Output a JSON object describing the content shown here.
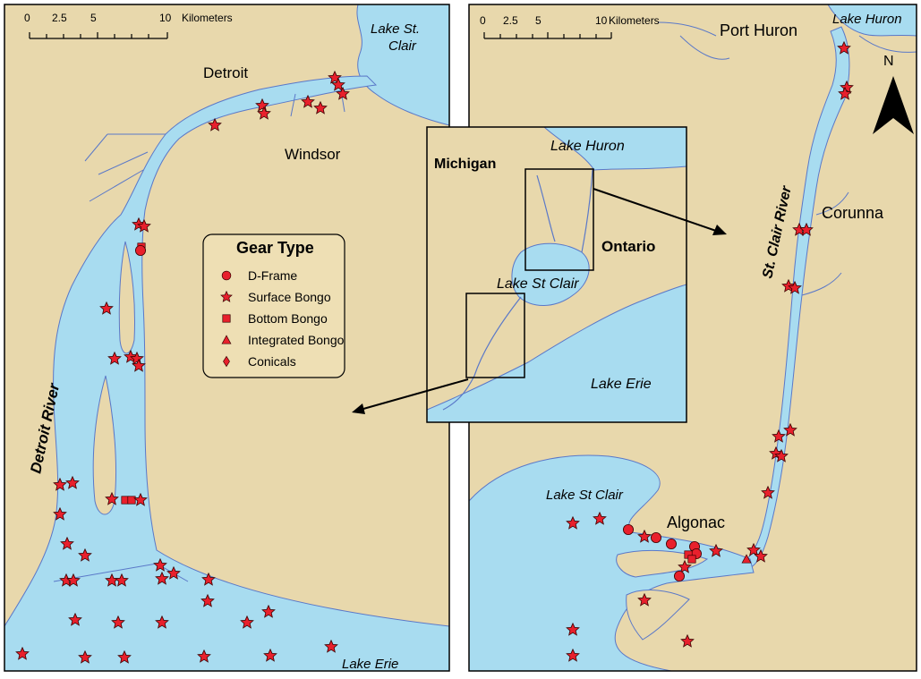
{
  "colors": {
    "land": "#e8d8ac",
    "water": "#a8dcf0",
    "water_edge": "#5a78c8",
    "marker": "#e8202c",
    "frame": "#000000",
    "legend_fill": "#eedfb4"
  },
  "left_panel": {
    "scale_bar": {
      "ticks": [
        "0",
        "2.5",
        "5",
        "10"
      ],
      "unit": "Kilometers"
    },
    "labels": {
      "detroit": "Detroit",
      "windsor": "Windsor",
      "lake_st_clair": [
        "Lake St.",
        "Clair"
      ],
      "detroit_river": "Detroit River",
      "lake_erie": "Lake Erie"
    },
    "legend": {
      "title": "Gear Type",
      "items": [
        {
          "label": "D-Frame",
          "symbol": "circle"
        },
        {
          "label": "Surface Bongo",
          "symbol": "star"
        },
        {
          "label": "Bottom Bongo",
          "symbol": "square"
        },
        {
          "label": "Integrated Bongo",
          "symbol": "triangle"
        },
        {
          "label": "Conicals",
          "symbol": "diamond"
        }
      ]
    }
  },
  "inset": {
    "labels": {
      "michigan": "Michigan",
      "lake_huron": "Lake Huron",
      "ontario": "Ontario",
      "lake_st_clair": "Lake St Clair",
      "lake_erie": "Lake Erie"
    }
  },
  "right_panel": {
    "scale_bar": {
      "ticks": [
        "0",
        "2.5",
        "5",
        "10"
      ],
      "unit": "Kilometers"
    },
    "north_label": "N",
    "labels": {
      "port_huron": "Port Huron",
      "lake_huron": "Lake Huron",
      "corunna": "Corunna",
      "st_clair_river": "St. Clair River",
      "lake_st_clair": "Lake St Clair",
      "algonac": "Algonac"
    }
  }
}
